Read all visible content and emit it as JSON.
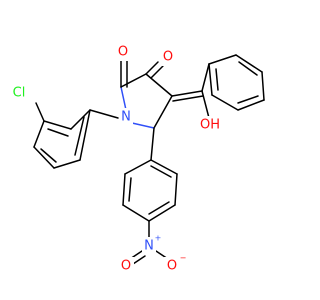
{
  "molecule": {
    "colors": {
      "carbon": "#000000",
      "oxygen": "#ff0d0d",
      "nitrogen": "#3050f8",
      "chlorine": "#1ff01f"
    },
    "atom_labels": {
      "chlorine": "Cl",
      "ring_nitrogen": "N",
      "ketone_oxygen_1": "O",
      "ketone_oxygen_2": "O",
      "hydroxyl": "OH",
      "nitro_nitrogen": "N",
      "nitro_oxygen_left": "O",
      "nitro_oxygen_right": "O",
      "nitro_n_charge": "+",
      "nitro_o_charge": "−"
    }
  }
}
